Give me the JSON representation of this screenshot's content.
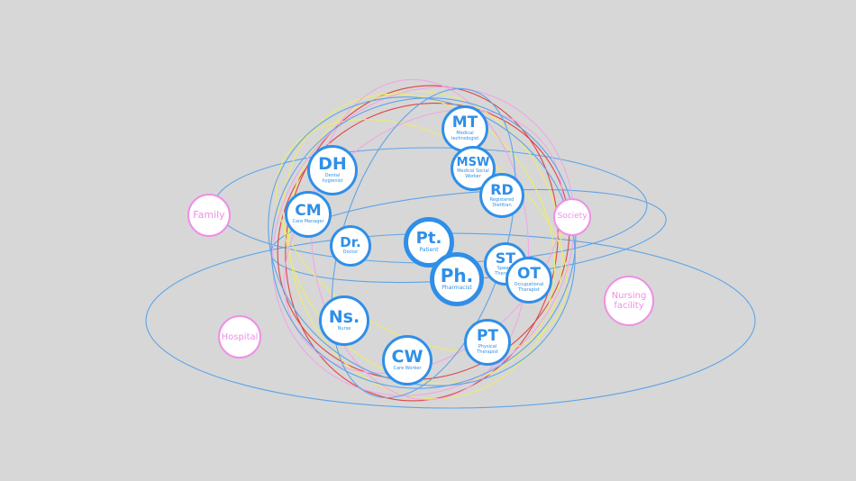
{
  "colors": {
    "background": "#d7d7d7",
    "professional": "#2f8fe8",
    "external": "#f08ee6",
    "orbit_red": "#e04545",
    "orbit_yellow": "#ecec6a",
    "orbit_pink": "#f0a6e6",
    "orbit_blue": "#5ea4e8"
  },
  "center": {
    "abbr": "Pt.",
    "full": "Patient"
  },
  "professionals": [
    {
      "id": "mt",
      "abbr": "MT",
      "full": "Medical technologist"
    },
    {
      "id": "msw",
      "abbr": "MSW",
      "full": "Medical Social Worker"
    },
    {
      "id": "rd",
      "abbr": "RD",
      "full": "Registered Dietitian"
    },
    {
      "id": "st",
      "abbr": "ST",
      "full": "Speech Therapist"
    },
    {
      "id": "ot",
      "abbr": "OT",
      "full": "Occupational Therapist"
    },
    {
      "id": "pt",
      "abbr": "PT",
      "full": "Physical Therapist"
    },
    {
      "id": "cw",
      "abbr": "CW",
      "full": "Care Worker"
    },
    {
      "id": "ns",
      "abbr": "Ns.",
      "full": "Nurse"
    },
    {
      "id": "cm",
      "abbr": "CM",
      "full": "Care Manager"
    },
    {
      "id": "dh",
      "abbr": "DH",
      "full": "Dental hygienist"
    },
    {
      "id": "dr",
      "abbr": "Dr.",
      "full": "Doctor"
    },
    {
      "id": "ph",
      "abbr": "Ph.",
      "full": "Pharmacist"
    }
  ],
  "external": [
    {
      "id": "family",
      "label": "Family"
    },
    {
      "id": "society",
      "label": "Society"
    },
    {
      "id": "nursing",
      "label": "Nursing facility"
    },
    {
      "id": "hospital",
      "label": "Hospital"
    }
  ]
}
